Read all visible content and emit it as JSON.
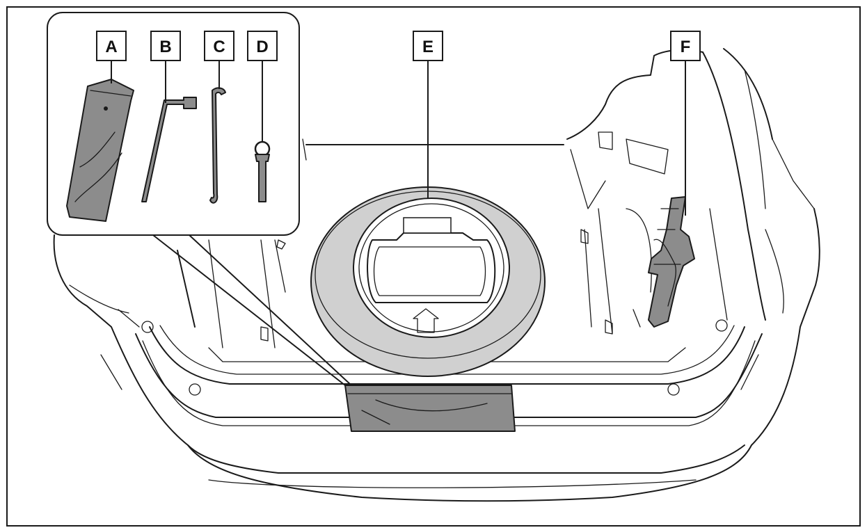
{
  "labels": {
    "a": "A",
    "b": "B",
    "c": "C",
    "d": "D",
    "e": "E",
    "f": "F"
  },
  "colors": {
    "part_fill": "#8c8c8c",
    "tire_fill": "#d0d0d0",
    "background": "#ffffff",
    "line": "#1a1a1a"
  },
  "icons": [
    "tool-bag-icon",
    "jack-handle-icon",
    "wheel-nut-wrench-icon",
    "towing-eyelet-icon",
    "spare-tire-icon",
    "jack-icon"
  ]
}
